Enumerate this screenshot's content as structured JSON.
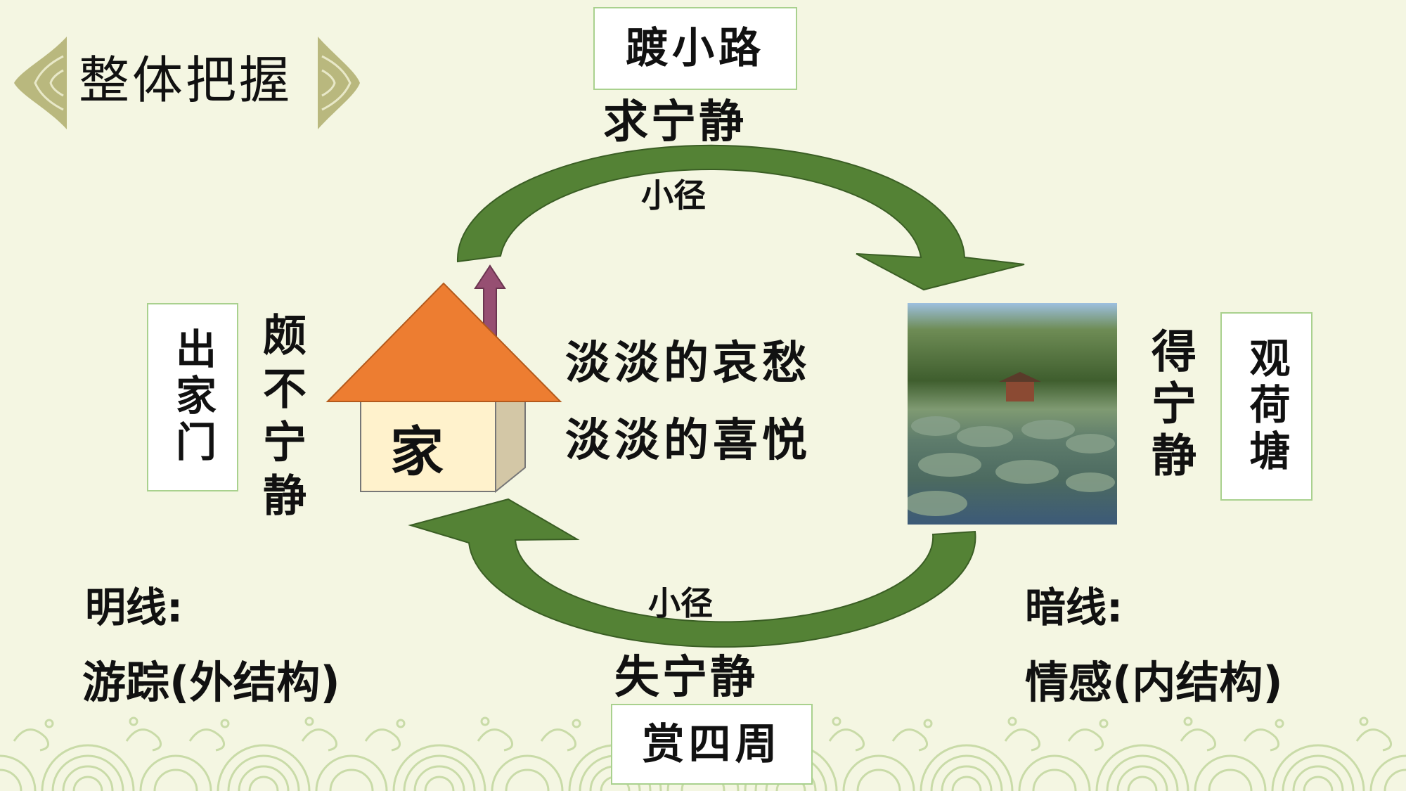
{
  "title": "整体把握",
  "top": {
    "box": "踱小路",
    "state": "求宁静",
    "path_label": "小径"
  },
  "left": {
    "box": "出家门",
    "state": "颇不宁静"
  },
  "house": {
    "label": "家"
  },
  "center": {
    "line1": "淡淡的哀愁",
    "line2": "淡淡的喜悦"
  },
  "right": {
    "box": "观荷塘",
    "state": "得宁静",
    "photo": "lotus-pond-photo"
  },
  "bottom": {
    "box": "赏四周",
    "state": "失宁静",
    "path_label": "小径"
  },
  "explicit": {
    "label": "明线:",
    "value": "游踪(外结构)"
  },
  "implicit": {
    "label": "暗线:",
    "value": "情感(内结构)"
  },
  "colors": {
    "arrow": "#548235",
    "roof": "#ED7D31",
    "wall": "#FFF2CC",
    "chimney_arrow": "#964F72",
    "background": "#F4F6E2",
    "box_border": "#A9D18E"
  }
}
